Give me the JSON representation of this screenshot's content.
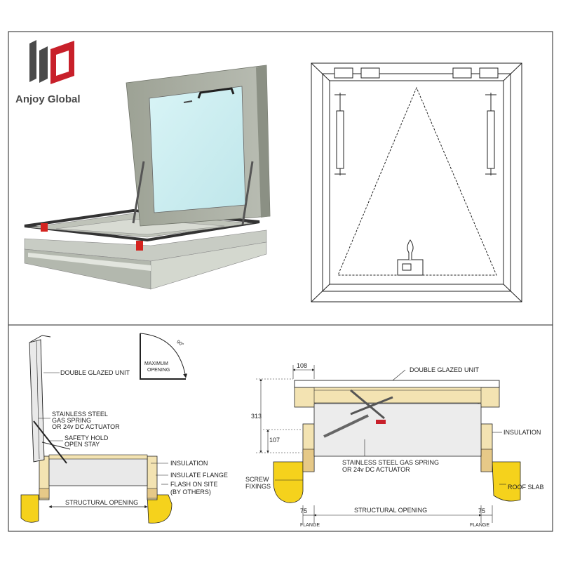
{
  "brand": {
    "name": "Anjoy Global",
    "colors": {
      "logo_dark": "#4a4a4a",
      "logo_red": "#c8202a"
    }
  },
  "left_section": {
    "labels": {
      "double_glazed": "DOUBLE GLAZED UNIT",
      "gas_spring_1": "STAINLESS STEEL",
      "gas_spring_2": "GAS SPRING",
      "gas_spring_3": "OR 24v DC ACTUATOR",
      "safety_1": "SAFETY HOLD",
      "safety_2": "OPEN STAY",
      "insulation": "INSULATION",
      "insulate_flange": "INSULATE FLANGE",
      "flash_1": "FLASH ON SITE",
      "flash_2": "(BY OTHERS)",
      "structural_opening": "STRUCTURAL OPENING"
    }
  },
  "opening_diagram": {
    "label_1": "MAXIMUM",
    "label_2": "OPENING",
    "angle": "90°"
  },
  "right_section": {
    "labels": {
      "double_glazed": "DOUBLE GLAZED UNIT",
      "insulation": "INSULATION",
      "gas_spring_1": "STAINLESS STEEL GAS SPRING",
      "gas_spring_2": "OR 24v DC ACTUATOR",
      "screw_1": "SCREW",
      "screw_2": "FIXINGS",
      "roof_slab": "ROOF SLAB",
      "structural_opening": "STRUCTURAL OPENING",
      "flange_left": "FLANGE",
      "flange_right": "FLANGE"
    },
    "dimensions": {
      "top_width": "108",
      "total_height": "313",
      "inner_height": "107",
      "flange_left": "75",
      "flange_right": "75"
    }
  },
  "colors": {
    "yellow": "#f5d21c",
    "wood": "#f3e3b2",
    "glass": "#cfeff2",
    "frame": "#a9aea4",
    "line": "#222222"
  }
}
